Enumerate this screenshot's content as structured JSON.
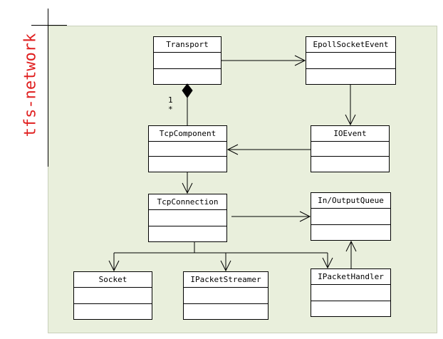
{
  "diagram": {
    "side_title": "tfs-network",
    "classes": {
      "transport": "Transport",
      "epoll_socket_event": "EpollSocketEvent",
      "tcp_component": "TcpComponent",
      "io_event": "IOEvent",
      "tcp_connection": "TcpConnection",
      "in_output_queue": "In/OutputQueue",
      "socket": "Socket",
      "ipacket_streamer": "IPacketStreamer",
      "ipacket_handler": "IPacketHandler"
    },
    "multiplicity": {
      "upper": "1",
      "lower": "*"
    },
    "colors": {
      "panel_background": "#e9efdc",
      "title_text": "#e02020",
      "lines": "#000000"
    }
  }
}
